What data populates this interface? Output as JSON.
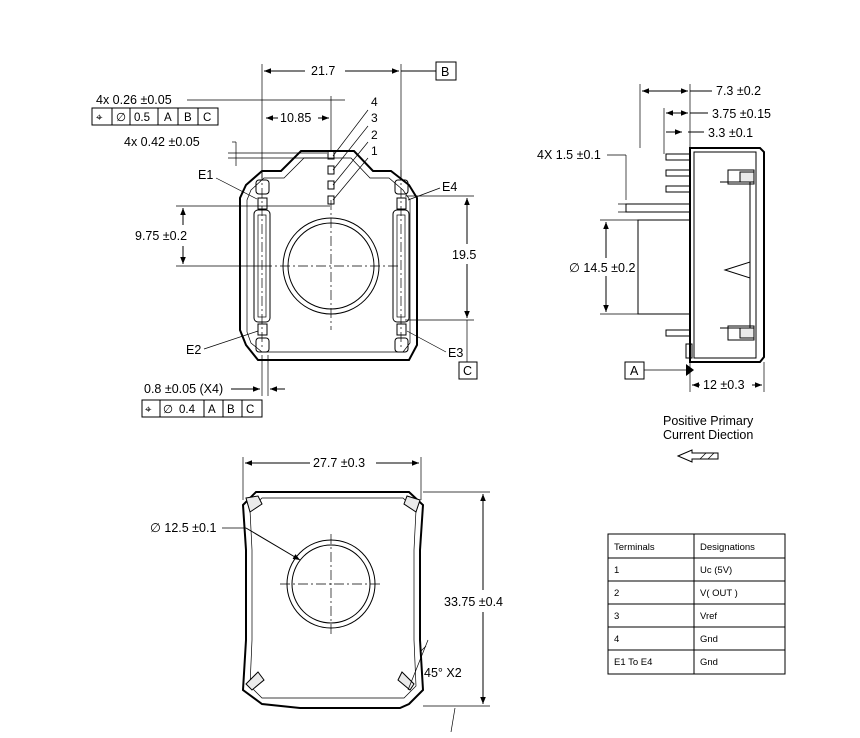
{
  "top_view": {
    "dim_width": "21.7",
    "datum_b": "B",
    "datum_c": "C",
    "pos_tol_top_label": "4x 0.26 ±0.05",
    "fcf_top": [
      "⌖",
      "∅",
      "0.5",
      "A",
      "B",
      "C"
    ],
    "dim_pin_width": "4x 0.42 ±0.05",
    "dim_half": "10.85",
    "pin_numbers": [
      "4",
      "3",
      "2",
      "1"
    ],
    "e1": "E1",
    "e2": "E2",
    "e3": "E3",
    "e4": "E4",
    "dim_left_height": "9.75 ±0.2",
    "dim_right_height": "19.5",
    "dim_pad": "0.8 ±0.05 (X4)",
    "fcf_bottom": [
      "⌖",
      "∅",
      "0.4",
      "A",
      "B",
      "C"
    ]
  },
  "side_view": {
    "dim_total": "7.3 ±0.2",
    "dim_mid": "3.75 ±0.15",
    "dim_small": "3.3 ±0.1",
    "dim_pins": "4X 1.5 ±0.1",
    "dim_dia": "∅ 14.5 ±0.2",
    "datum_a": "A",
    "dim_bottom": "12 ±0.3",
    "current_label_line1": "Positive Primary",
    "current_label_line2": "Current Diection"
  },
  "bottom_view": {
    "dim_width": "27.7 ±0.3",
    "dim_dia": "∅ 12.5 ±0.1",
    "dim_height": "33.75 ±0.4",
    "chamfer": "45° X2"
  },
  "pin_table": {
    "headers": [
      "Terminals",
      "Designations"
    ],
    "rows": [
      [
        "1",
        "Uc (5V)"
      ],
      [
        "2",
        "V( OUT )"
      ],
      [
        "3",
        "Vref"
      ],
      [
        "4",
        "Gnd"
      ],
      [
        "E1 To E4",
        "Gnd"
      ]
    ]
  }
}
